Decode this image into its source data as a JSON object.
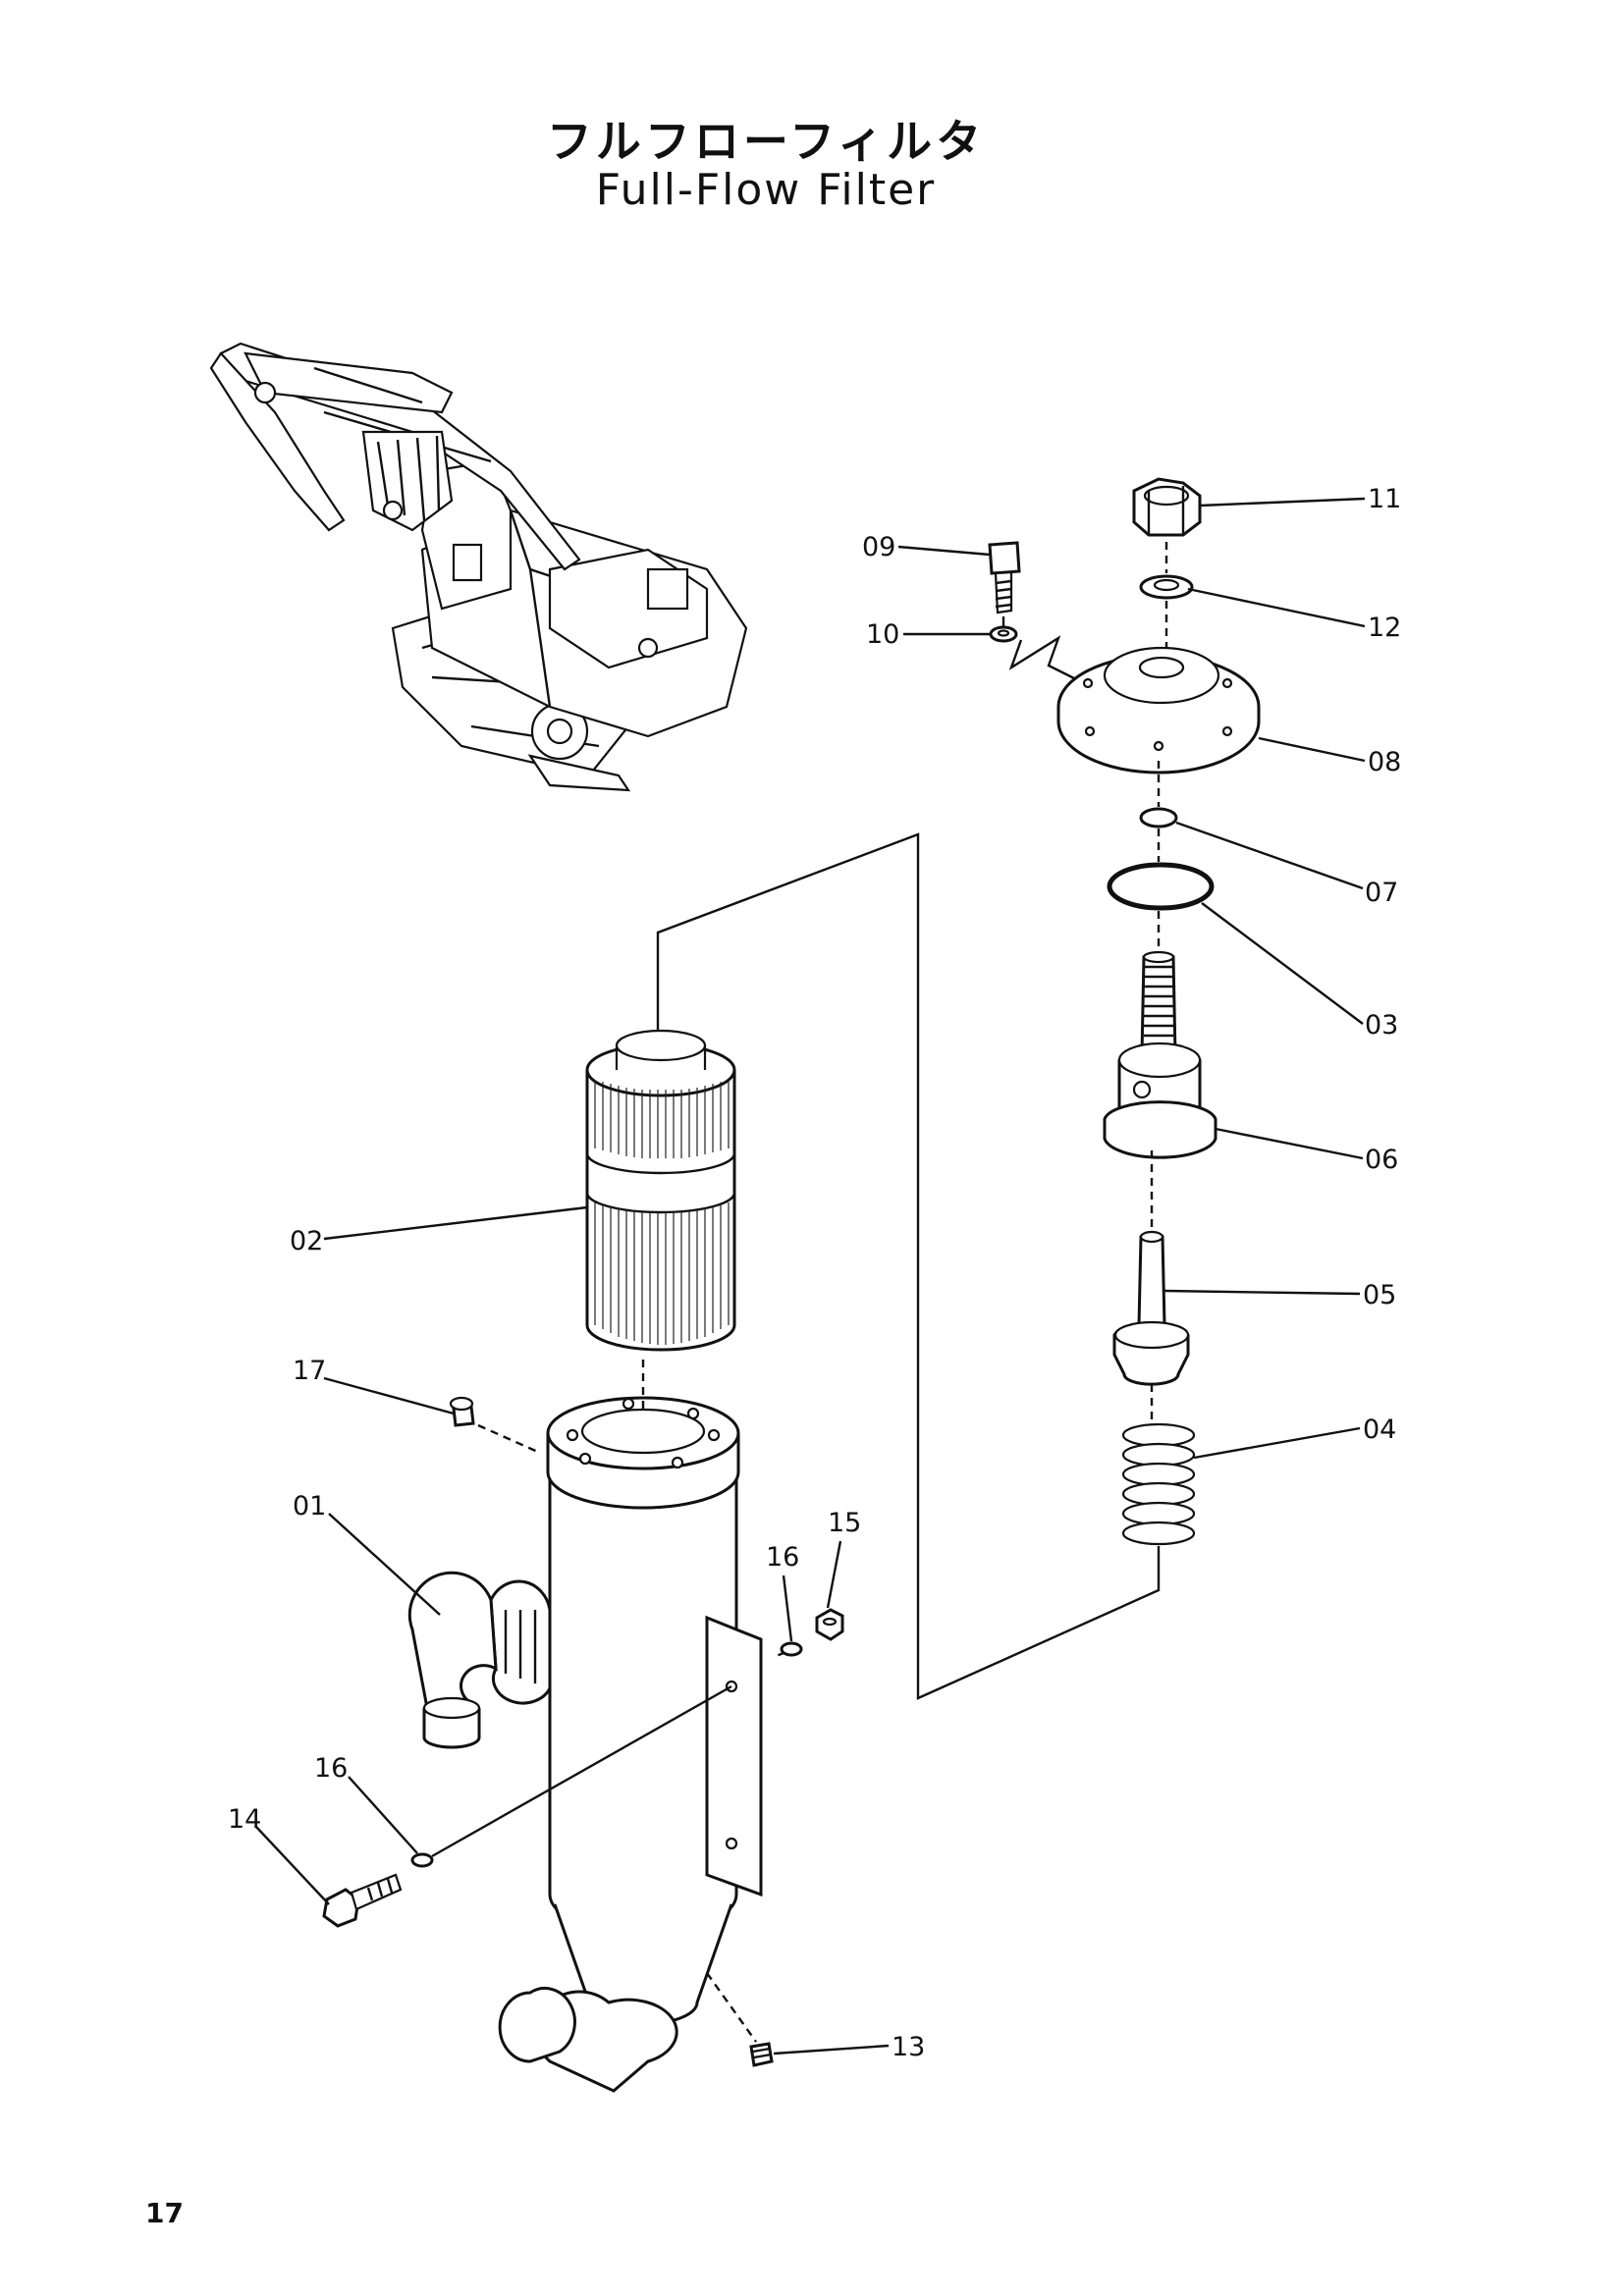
{
  "title": {
    "japanese": "フルフローフィルタ",
    "english": "Full-Flow Filter"
  },
  "page_number": "17",
  "callouts": {
    "p01": "01",
    "p02": "02",
    "p03": "03",
    "p04": "04",
    "p05": "05",
    "p06": "06",
    "p07": "07",
    "p08": "08",
    "p09": "09",
    "p10": "10",
    "p11": "11",
    "p12": "12",
    "p13": "13",
    "p14": "14",
    "p15": "15",
    "p16a": "16",
    "p16b": "16",
    "p17": "17"
  }
}
